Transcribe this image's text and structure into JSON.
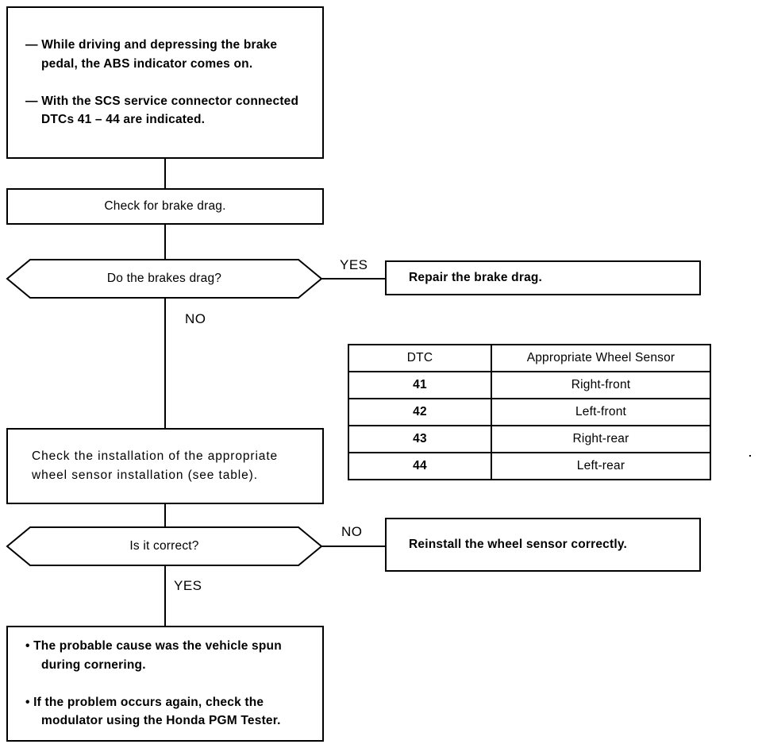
{
  "diagram": {
    "title": "ABS DTC 41-44 Troubleshooting Flowchart",
    "nodes": {
      "symptom": {
        "line1": "—  While driving and depressing the brake pedal, the ABS indi-cator comes on.",
        "bullet1": "—  While driving and depressing the brake pedal, the ABS indicator comes on.",
        "bullet2": "—  With the SCS service connector connected DTCs 41 – 44 are indicated."
      },
      "check_brake_drag": "Check for brake drag.",
      "do_brakes_drag": "Do the brakes drag?",
      "repair_brake_drag": "Repair the brake drag.",
      "check_installation": "Check the installation of the appropriate wheel sensor installation (see table).",
      "is_it_correct": "Is it correct?",
      "reinstall_sensor": "Reinstall the wheel sensor correctly.",
      "conclusion_bullet1": "• The probable cause was the vehicle spun during cornering.",
      "conclusion_bullet2": "• If the problem occurs again, check the modulator using the Honda PGM Tester."
    },
    "edge_labels": {
      "drag_yes": "YES",
      "drag_no": "NO",
      "correct_no": "NO",
      "correct_yes": "YES"
    },
    "table": {
      "headers": [
        "DTC",
        "Appropriate Wheel Sensor"
      ],
      "rows": [
        [
          "41",
          "Right-front"
        ],
        [
          "42",
          "Left-front"
        ],
        [
          "43",
          "Right-rear"
        ],
        [
          "44",
          "Left-rear"
        ]
      ]
    },
    "colors": {
      "line": "#000000",
      "background": "#ffffff"
    }
  }
}
